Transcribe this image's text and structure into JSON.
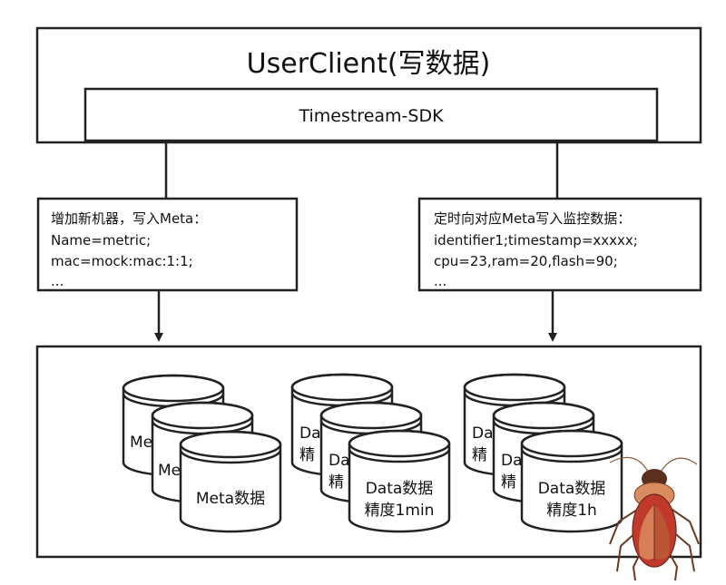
{
  "client": {
    "title": "UserClient(写数据)"
  },
  "sdk": {
    "label": "Timestream-SDK"
  },
  "notes": {
    "left": {
      "lines": [
        "增加新机器，写入Meta：",
        "Name=metric;",
        "mac=mock:mac:1:1;",
        "..."
      ]
    },
    "right": {
      "lines": [
        "定时向对应Meta写入监控数据：",
        "identifier1;timestamp=xxxxx;",
        "cpu=23,ram=20,flash=90;",
        "..."
      ]
    }
  },
  "stores": {
    "meta": {
      "back1": "Me",
      "back2": "Me",
      "front": "Meta数据"
    },
    "min": {
      "back1": "Data",
      "back1b": "精",
      "back2": "Da",
      "back2b": "精",
      "front1": "Data数据",
      "front2": "精度1min"
    },
    "hour": {
      "back1": "Da",
      "back1b": "精",
      "back2": "Da",
      "back2b": "精",
      "front1": "Data数据",
      "front2": "精度1h"
    }
  },
  "colors": {
    "stroke": "#222222",
    "roach_body": "#c0392b",
    "roach_wing": "#d98c5f"
  }
}
